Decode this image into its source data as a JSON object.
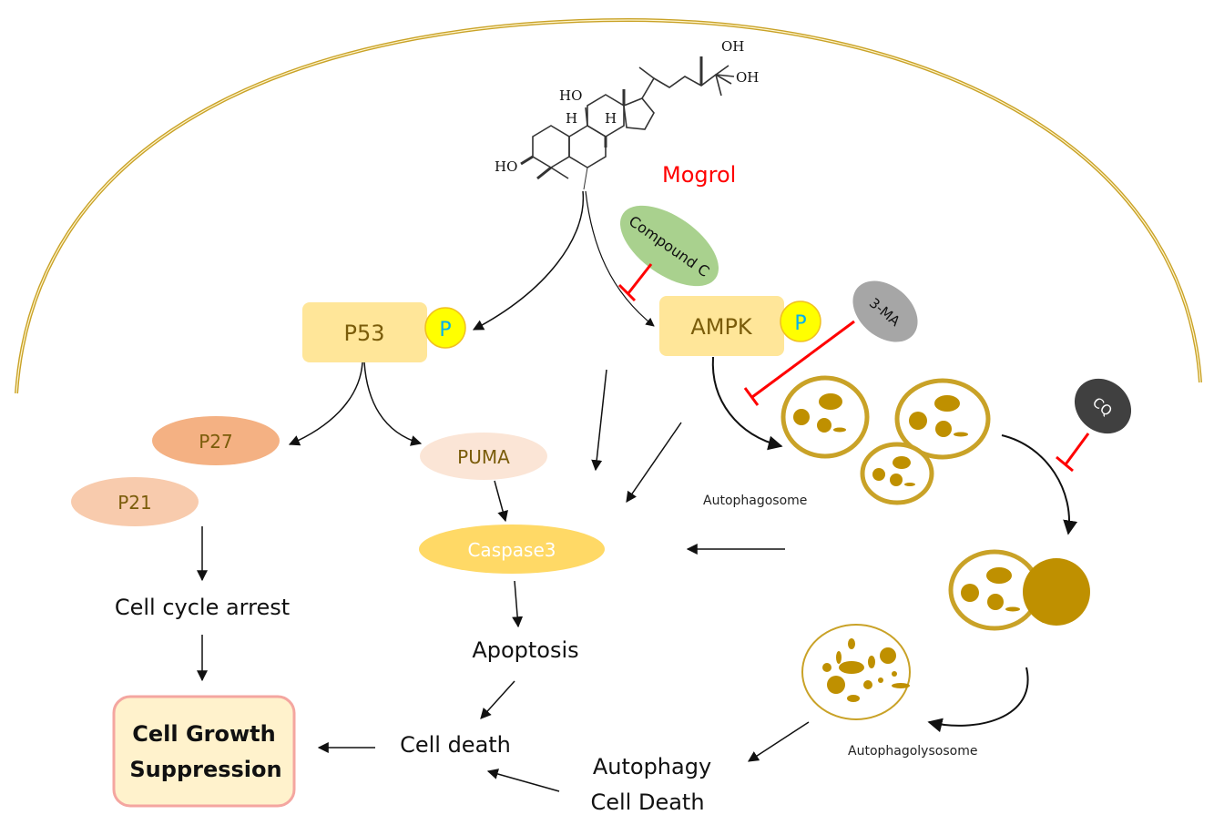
{
  "diagram": {
    "compound": {
      "name": "Mogrol",
      "color": "#ff0000"
    },
    "chemical_labels": {
      "oh_top": "OH",
      "oh_right": "OH",
      "ho_mid": "HO",
      "ho_left": "HO",
      "h1": "H",
      "h2": "H"
    },
    "nodes": {
      "p53": {
        "label": "P53",
        "phospho": "P"
      },
      "ampk": {
        "label": "AMPK",
        "phospho": "P"
      },
      "compound_c": {
        "label": "Compound C"
      },
      "three_ma": {
        "label": "3-MA"
      },
      "cq": {
        "label": "CQ"
      },
      "p27": {
        "label": "P27"
      },
      "p21": {
        "label": "P21"
      },
      "puma": {
        "label": "PUMA"
      },
      "caspase3": {
        "label": "Caspase3"
      }
    },
    "labels": {
      "autophagosome": "Autophagosome",
      "autophagolysosome": "Autophagolysosome",
      "cell_cycle_arrest": "Cell cycle arrest",
      "apoptosis": "Apoptosis",
      "cell_death": "Cell death",
      "autophagy_cell_death_line1": "Autophagy",
      "autophagy_cell_death_line2": "Cell Death",
      "outcome_line1": "Cell Growth",
      "outcome_line2": "Suppression"
    },
    "colors": {
      "membrane": "#c9a227",
      "protein_box": "#ffe699",
      "phospho_fill": "#ffff00",
      "phospho_text": "#00b0f0",
      "compound_c": "#a9d18e",
      "three_ma": "#a6a6a6",
      "cq": "#404040",
      "p27": "#f4b183",
      "p21": "#f8cbad",
      "puma": "#fbe5d6",
      "caspase3": "#ffd966",
      "vesicle": "#bf9000",
      "inhibition": "#ff0000",
      "outcome_fill": "#fff2cc",
      "outcome_border": "#f4a6a0"
    }
  }
}
